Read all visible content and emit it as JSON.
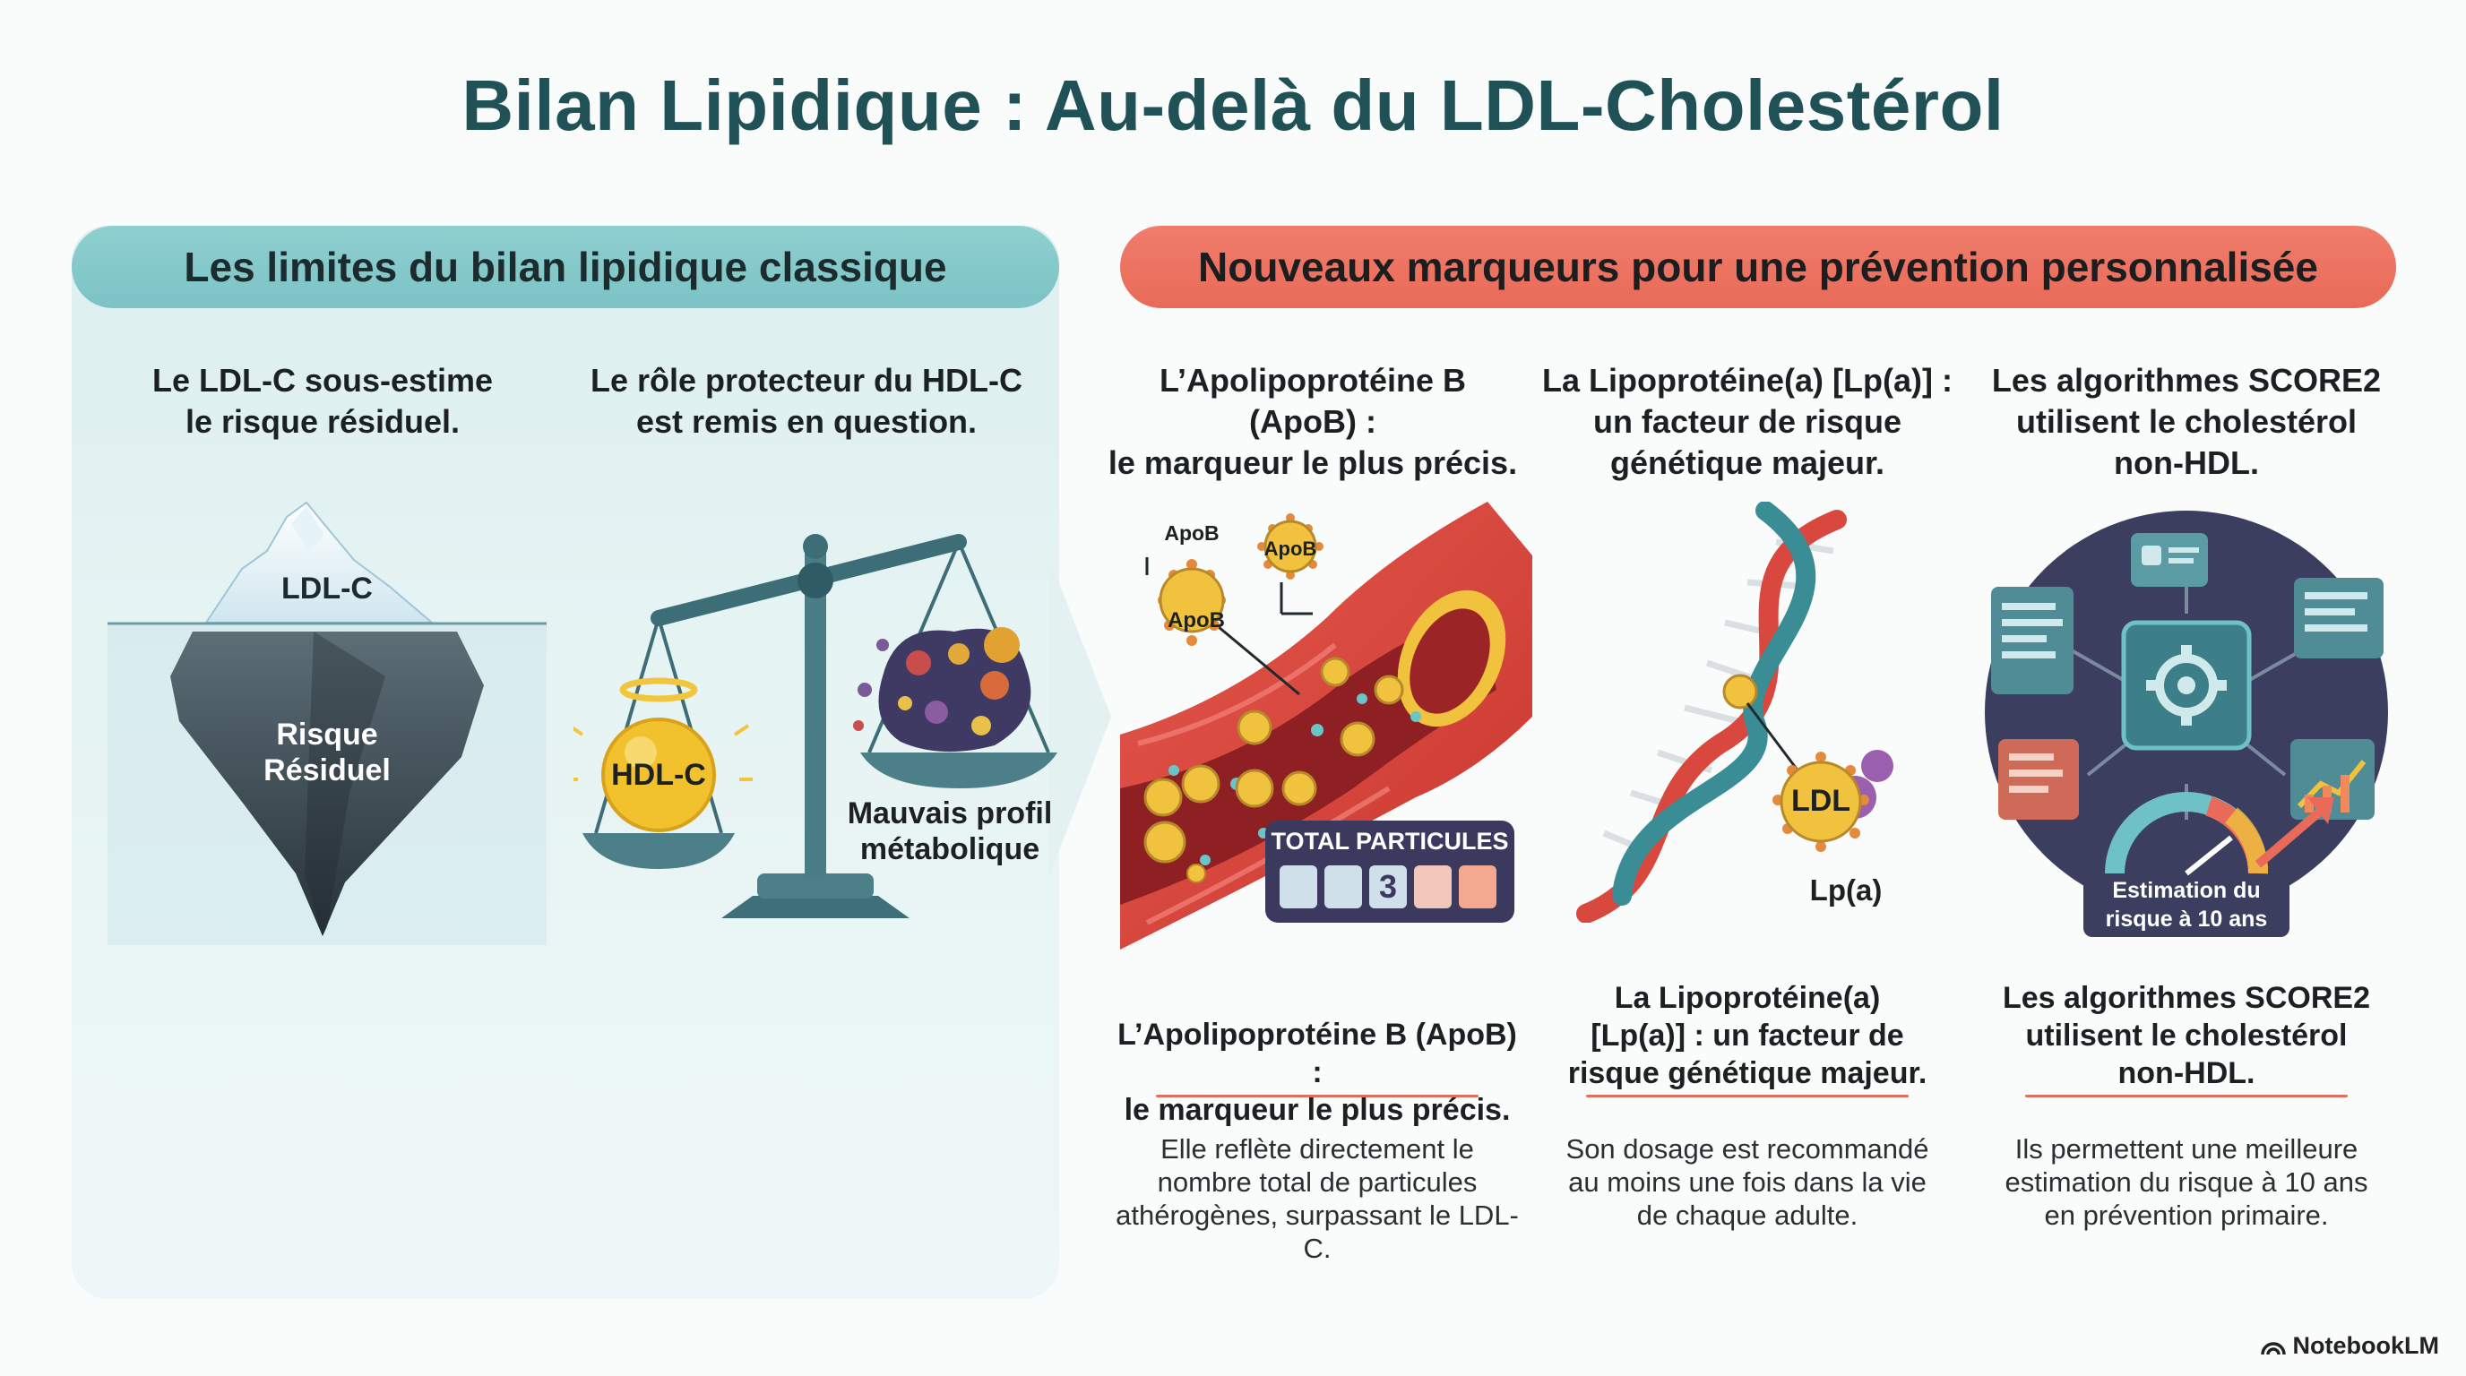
{
  "title": "Bilan Lipidique : Au-delà du LDL-Cholestérol",
  "left_section": {
    "header": "Les limites du bilan lipidique classique",
    "col1_caption": "Le LDL-C sous-estime\nle risque résiduel.",
    "col2_caption": "Le rôle protecteur du HDL-C\nest remis en question.",
    "iceberg_top_label": "LDL-C",
    "iceberg_bottom_label": "Risque\nRésiduel",
    "scale_left_label": "HDL-C",
    "scale_right_label": "Mauvais profil\nmétabolique"
  },
  "right_section": {
    "header": "Nouveaux marqueurs pour une prévention personnalisée",
    "col1": {
      "caption": "L’Apolipoprotéine B (ApoB) :\nle marqueur le plus précis.",
      "subtitle": "L’Apolipoprotéine B (ApoB) :\nle marqueur le plus précis.",
      "description": "Elle reflète directement le\nnombre total de particules\nathérogènes, surpassant le LDL-C.",
      "apob_label": "ApoB",
      "apob_small": "ApoB",
      "counter_label": "TOTAL PARTICULES",
      "counter_value": "3"
    },
    "col2": {
      "caption": "La Lipoprotéine(a) [Lp(a)] :\nun facteur de risque\ngénétique majeur.",
      "subtitle": "La Lipoprotéine(a)\n[Lp(a)] : un facteur de\nrisque génétique majeur.",
      "description": "Son dosage est recommandé\nau moins une fois dans la vie\nde chaque adulte.",
      "ldl_label": "LDL",
      "lpa_label": "Lp(a)"
    },
    "col3": {
      "caption": "Les algorithmes SCORE2\nutilisent le cholestérol\nnon-HDL.",
      "subtitle": "Les algorithmes SCORE2\nutilisent le cholestérol\nnon-HDL.",
      "description": "Ils permettent une meilleure\nestimation du risque à 10 ans\nen prévention primaire.",
      "estimation_label": "Estimation du\nrisque à 10 ans"
    }
  },
  "brand": "NotebookLM",
  "colors": {
    "title": "#1f5157",
    "left_accent": "#7cc3c5",
    "right_accent": "#e96a58"
  }
}
